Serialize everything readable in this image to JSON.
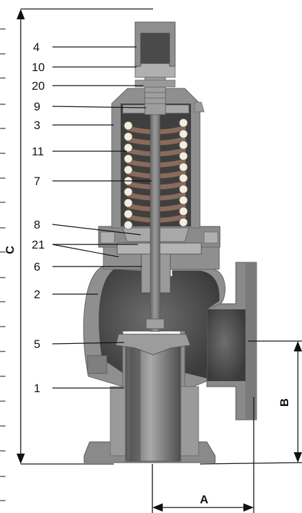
{
  "part_labels": [
    {
      "id": "p4",
      "text": "4"
    },
    {
      "id": "p10",
      "text": "10"
    },
    {
      "id": "p20",
      "text": "20"
    },
    {
      "id": "p9",
      "text": "9"
    },
    {
      "id": "p3",
      "text": "3"
    },
    {
      "id": "p11",
      "text": "11"
    },
    {
      "id": "p7",
      "text": "7"
    },
    {
      "id": "p8",
      "text": "8"
    },
    {
      "id": "p21",
      "text": "21"
    },
    {
      "id": "p6",
      "text": "6"
    },
    {
      "id": "p2",
      "text": "2"
    },
    {
      "id": "p5",
      "text": "5"
    },
    {
      "id": "p1",
      "text": "1"
    }
  ],
  "dimensions": {
    "A": "A",
    "B": "B",
    "C": "C"
  },
  "colors": {
    "body_cut": "#8f8f8f",
    "body_inner": "#5e5e5e",
    "body_dark": "#3f3f3f",
    "spring_coil": "#a08070",
    "spring_ball": "#f4ecdc",
    "line": "#111111"
  }
}
